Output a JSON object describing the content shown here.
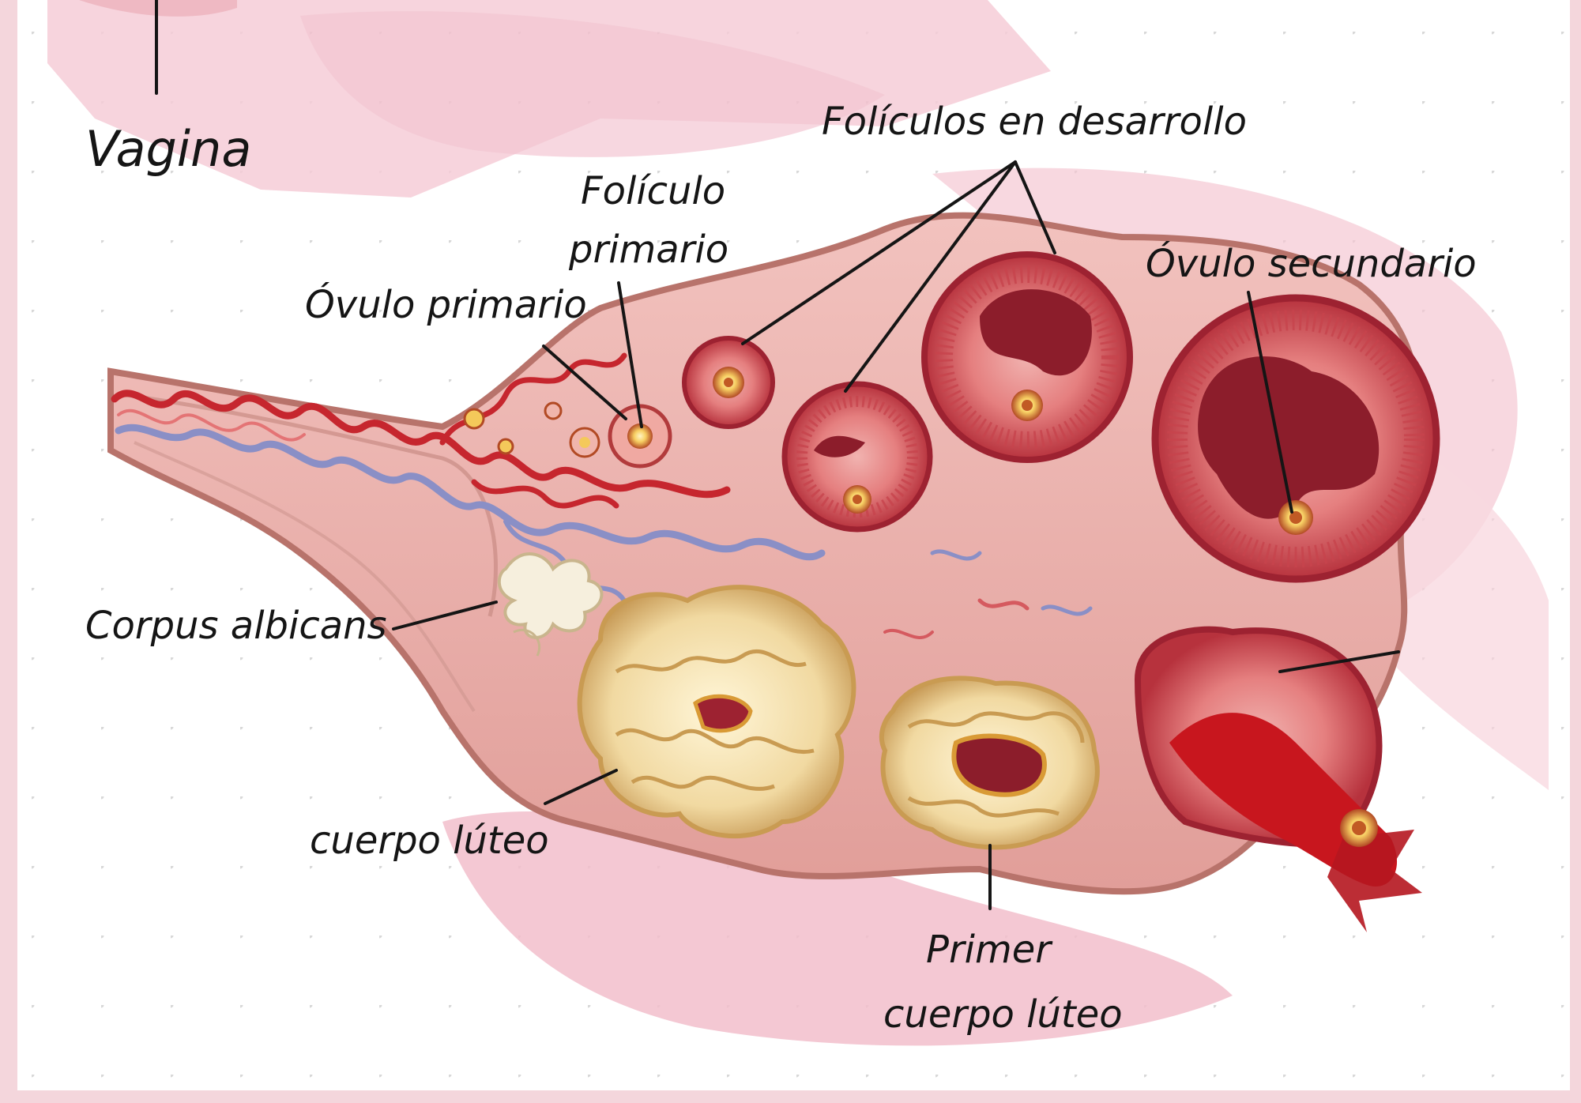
{
  "labels": {
    "vagina": "Vagina",
    "foliculos_desarrollo": "Folículos en desarrollo",
    "foliculo_primario_1": "Folículo",
    "foliculo_primario_2": "primario",
    "ovulo_primario": "Óvulo primario",
    "ovulo_secundario": "Óvulo secundario",
    "corpus_albicans": "Corpus albicans",
    "cuerpo_luteo": "cuerpo lúteo",
    "primer_cuerpo_luteo_1": "Primer",
    "primer_cuerpo_luteo_2": "cuerpo lúteo"
  },
  "colors": {
    "background_white": "#ffffff",
    "background_frame": "#f4d6dc",
    "pink_wash": "#f2bfcc",
    "ovary_tissue": "#e7aaa7",
    "ovary_edge": "#b8736b",
    "follicle_ring": "#d6585b",
    "follicle_dark": "#9d2231",
    "oocyte_yellow": "#f4c95a",
    "luteum_cream": "#f3e3b4",
    "luteum_edge": "#c99b52",
    "vessel_red": "#c6262e",
    "vessel_blue": "#8a8fc6",
    "label_ink": "#151515"
  }
}
